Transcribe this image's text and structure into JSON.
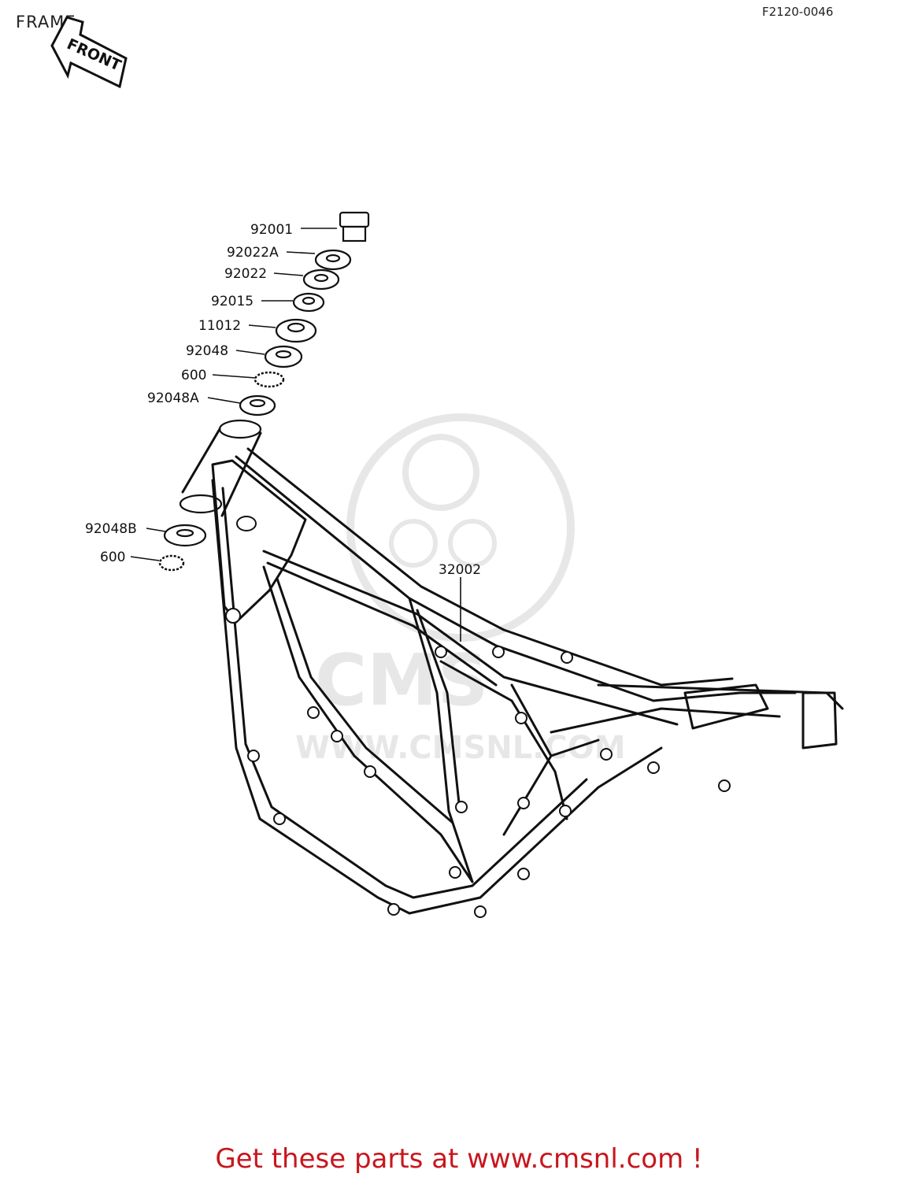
{
  "header": {
    "title": "FRAME",
    "diagram_code": "F2120-0046"
  },
  "front_arrow": {
    "label": "FRONT",
    "icon": "front-arrow-icon"
  },
  "watermark": {
    "text": "WWW.CMSNL.COM",
    "brand": "CMS",
    "icon": "cms-logo-watermark"
  },
  "callouts": {
    "c1": "92001",
    "c2": "92022A",
    "c3": "92022",
    "c4": "92015",
    "c5": "11012",
    "c6": "92048",
    "c7": "600",
    "c8": "92048A",
    "c9": "92048B",
    "c10": "600",
    "c11": "32002"
  },
  "footer": {
    "text": "Get these parts at www.cmsnl.com !",
    "color": "#c8161d"
  }
}
